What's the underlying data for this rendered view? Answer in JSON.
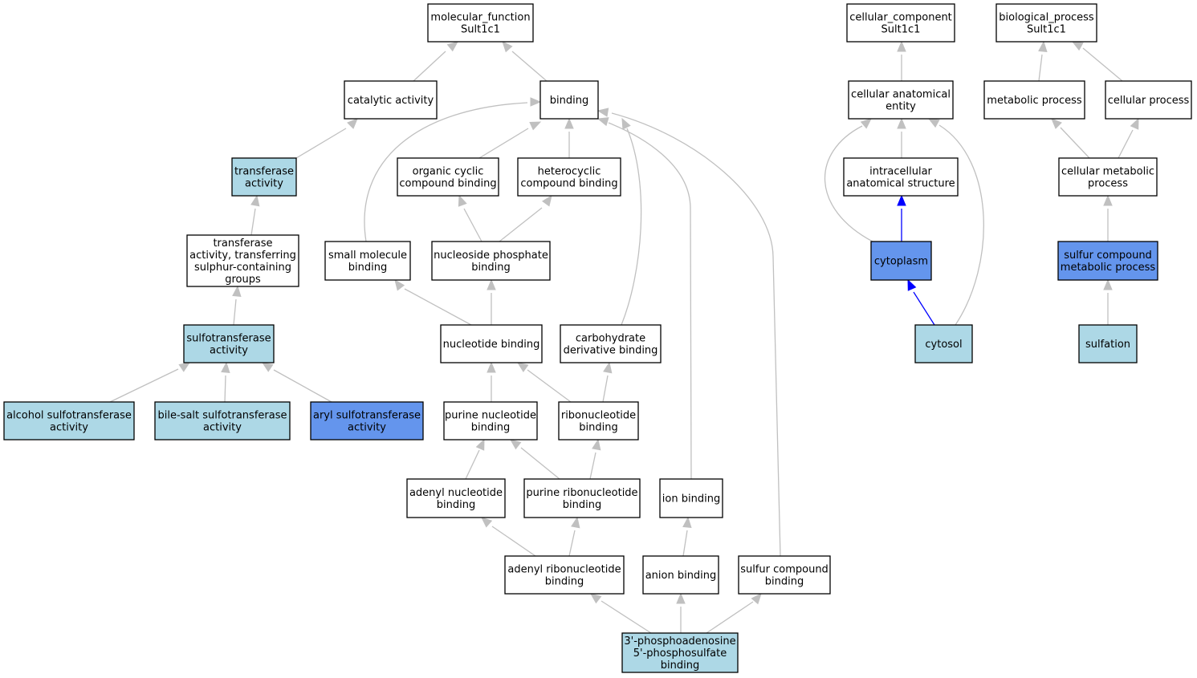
{
  "colors": {
    "plain": "#ffffff",
    "light": "#add8e6",
    "dark": "#6495ed",
    "edge": "#c0c0c0",
    "edge_highlight": "#0000ff"
  },
  "nodes": [
    {
      "id": "mf",
      "lines": [
        "molecular_function",
        "Sult1c1"
      ],
      "fill": "plain"
    },
    {
      "id": "cat",
      "lines": [
        "catalytic activity"
      ],
      "fill": "plain"
    },
    {
      "id": "bind",
      "lines": [
        "binding"
      ],
      "fill": "plain"
    },
    {
      "id": "trans",
      "lines": [
        "transferase",
        "activity"
      ],
      "fill": "light"
    },
    {
      "id": "transS",
      "lines": [
        "transferase",
        "activity, transferring",
        "sulphur-containing",
        "groups"
      ],
      "fill": "plain"
    },
    {
      "id": "sulfo",
      "lines": [
        "sulfotransferase",
        "activity"
      ],
      "fill": "light"
    },
    {
      "id": "alc",
      "lines": [
        "alcohol sulfotransferase",
        "activity"
      ],
      "fill": "light"
    },
    {
      "id": "bile",
      "lines": [
        "bile-salt sulfotransferase",
        "activity"
      ],
      "fill": "light"
    },
    {
      "id": "aryl",
      "lines": [
        "aryl sulfotransferase",
        "activity"
      ],
      "fill": "dark"
    },
    {
      "id": "orgcyc",
      "lines": [
        "organic cyclic",
        "compound binding"
      ],
      "fill": "plain"
    },
    {
      "id": "hetcyc",
      "lines": [
        "heterocyclic",
        "compound binding"
      ],
      "fill": "plain"
    },
    {
      "id": "smallmol",
      "lines": [
        "small molecule",
        "binding"
      ],
      "fill": "plain"
    },
    {
      "id": "nucphos",
      "lines": [
        "nucleoside phosphate",
        "binding"
      ],
      "fill": "plain"
    },
    {
      "id": "nucbind",
      "lines": [
        "nucleotide binding"
      ],
      "fill": "plain"
    },
    {
      "id": "carb",
      "lines": [
        "carbohydrate",
        "derivative binding"
      ],
      "fill": "plain"
    },
    {
      "id": "purnuc",
      "lines": [
        "purine nucleotide",
        "binding"
      ],
      "fill": "plain"
    },
    {
      "id": "ribo",
      "lines": [
        "ribonucleotide",
        "binding"
      ],
      "fill": "plain"
    },
    {
      "id": "adenyl",
      "lines": [
        "adenyl nucleotide",
        "binding"
      ],
      "fill": "plain"
    },
    {
      "id": "purribo",
      "lines": [
        "purine ribonucleotide",
        "binding"
      ],
      "fill": "plain"
    },
    {
      "id": "ion",
      "lines": [
        "ion binding"
      ],
      "fill": "plain"
    },
    {
      "id": "adenylribo",
      "lines": [
        "adenyl ribonucleotide",
        "binding"
      ],
      "fill": "plain"
    },
    {
      "id": "anion",
      "lines": [
        "anion binding"
      ],
      "fill": "plain"
    },
    {
      "id": "sulfcomp",
      "lines": [
        "sulfur compound",
        "binding"
      ],
      "fill": "plain"
    },
    {
      "id": "paps",
      "lines": [
        "3'-phosphoadenosine",
        "5'-phosphosulfate",
        "binding"
      ],
      "fill": "light"
    },
    {
      "id": "cc",
      "lines": [
        "cellular_component",
        "Sult1c1"
      ],
      "fill": "plain"
    },
    {
      "id": "cae",
      "lines": [
        "cellular anatomical",
        "entity"
      ],
      "fill": "plain"
    },
    {
      "id": "ias",
      "lines": [
        "intracellular",
        "anatomical structure"
      ],
      "fill": "plain"
    },
    {
      "id": "cyto",
      "lines": [
        "cytoplasm"
      ],
      "fill": "dark"
    },
    {
      "id": "cytosol",
      "lines": [
        "cytosol"
      ],
      "fill": "light"
    },
    {
      "id": "bp",
      "lines": [
        "biological_process",
        "Sult1c1"
      ],
      "fill": "plain"
    },
    {
      "id": "metab",
      "lines": [
        "metabolic process"
      ],
      "fill": "plain"
    },
    {
      "id": "cellproc",
      "lines": [
        "cellular process"
      ],
      "fill": "plain"
    },
    {
      "id": "cellmetab",
      "lines": [
        "cellular metabolic",
        "process"
      ],
      "fill": "plain"
    },
    {
      "id": "sulfmetab",
      "lines": [
        "sulfur compound",
        "metabolic process"
      ],
      "fill": "dark"
    },
    {
      "id": "sulfation",
      "lines": [
        "sulfation"
      ],
      "fill": "light"
    }
  ],
  "edges": [
    {
      "from": "cat",
      "to": "mf"
    },
    {
      "from": "bind",
      "to": "mf"
    },
    {
      "from": "trans",
      "to": "cat"
    },
    {
      "from": "transS",
      "to": "trans"
    },
    {
      "from": "sulfo",
      "to": "transS"
    },
    {
      "from": "alc",
      "to": "sulfo"
    },
    {
      "from": "bile",
      "to": "sulfo"
    },
    {
      "from": "aryl",
      "to": "sulfo"
    },
    {
      "from": "orgcyc",
      "to": "bind"
    },
    {
      "from": "hetcyc",
      "to": "bind"
    },
    {
      "from": "smallmol",
      "to": "bind"
    },
    {
      "from": "nucphos",
      "to": "orgcyc"
    },
    {
      "from": "nucphos",
      "to": "hetcyc"
    },
    {
      "from": "nucbind",
      "to": "smallmol"
    },
    {
      "from": "nucbind",
      "to": "nucphos"
    },
    {
      "from": "carb",
      "to": "bind"
    },
    {
      "from": "purnuc",
      "to": "nucbind"
    },
    {
      "from": "ribo",
      "to": "nucbind"
    },
    {
      "from": "ribo",
      "to": "carb"
    },
    {
      "from": "adenyl",
      "to": "purnuc"
    },
    {
      "from": "purribo",
      "to": "purnuc"
    },
    {
      "from": "purribo",
      "to": "ribo"
    },
    {
      "from": "ion",
      "to": "bind"
    },
    {
      "from": "adenylribo",
      "to": "adenyl"
    },
    {
      "from": "adenylribo",
      "to": "purribo"
    },
    {
      "from": "anion",
      "to": "ion"
    },
    {
      "from": "sulfcomp",
      "to": "bind"
    },
    {
      "from": "paps",
      "to": "adenylribo"
    },
    {
      "from": "paps",
      "to": "anion"
    },
    {
      "from": "paps",
      "to": "sulfcomp"
    },
    {
      "from": "cae",
      "to": "cc"
    },
    {
      "from": "ias",
      "to": "cae"
    },
    {
      "from": "cyto",
      "to": "cae"
    },
    {
      "from": "cyto",
      "to": "ias",
      "highlight": true
    },
    {
      "from": "cytosol",
      "to": "cyto",
      "highlight": true
    },
    {
      "from": "cytosol",
      "to": "cae"
    },
    {
      "from": "metab",
      "to": "bp"
    },
    {
      "from": "cellproc",
      "to": "bp"
    },
    {
      "from": "cellmetab",
      "to": "metab"
    },
    {
      "from": "cellmetab",
      "to": "cellproc"
    },
    {
      "from": "sulfmetab",
      "to": "cellmetab"
    },
    {
      "from": "sulfation",
      "to": "sulfmetab"
    }
  ]
}
